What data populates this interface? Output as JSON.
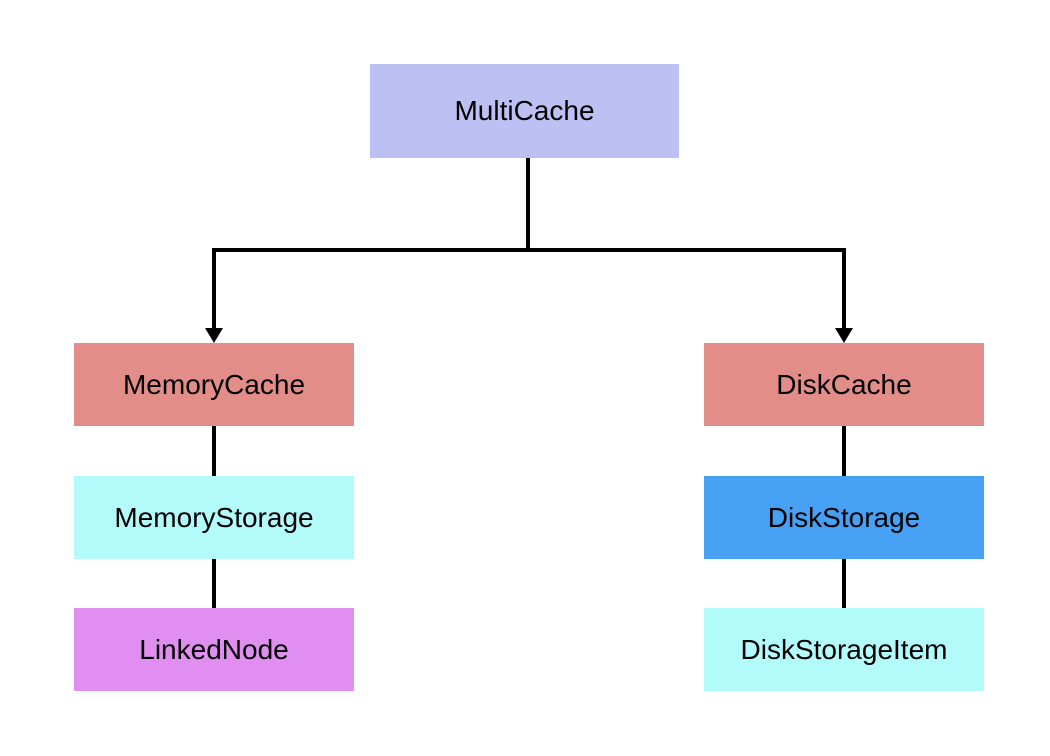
{
  "diagram": {
    "nodes": {
      "multicache": {
        "label": "MultiCache",
        "color": "#bdc0f2"
      },
      "memorycache": {
        "label": "MemoryCache",
        "color": "#e28d87"
      },
      "diskcache": {
        "label": "DiskCache",
        "color": "#e28d87"
      },
      "memorystorage": {
        "label": "MemoryStorage",
        "color": "#b3fbfb"
      },
      "diskstorage": {
        "label": "DiskStorage",
        "color": "#46a1f5"
      },
      "linkednode": {
        "label": "LinkedNode",
        "color": "#e08ff0"
      },
      "diskstorageitem": {
        "label": "DiskStorageItem",
        "color": "#b3fbfb"
      }
    },
    "edges": [
      {
        "from": "multicache",
        "to": "memorycache",
        "arrow": true
      },
      {
        "from": "multicache",
        "to": "diskcache",
        "arrow": true
      },
      {
        "from": "memorycache",
        "to": "memorystorage",
        "arrow": false
      },
      {
        "from": "memorystorage",
        "to": "linkednode",
        "arrow": false
      },
      {
        "from": "diskcache",
        "to": "diskstorage",
        "arrow": false
      },
      {
        "from": "diskstorage",
        "to": "diskstorageitem",
        "arrow": false
      }
    ],
    "line_color": "#000000"
  }
}
